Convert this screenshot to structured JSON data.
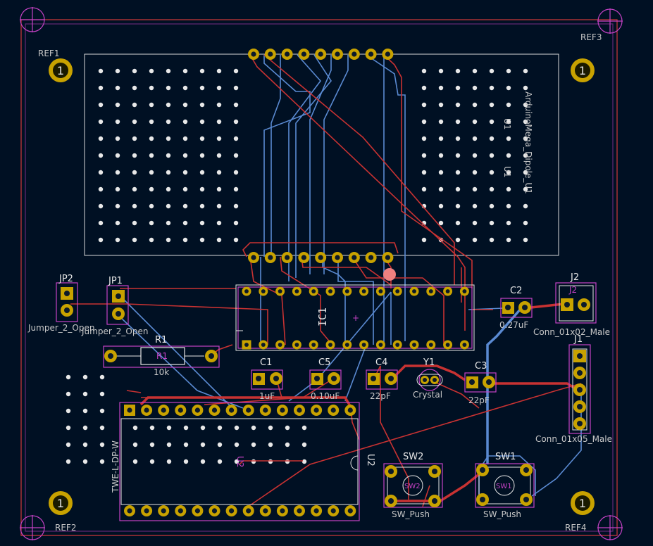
{
  "refs": {
    "ref1": "REF1",
    "ref2": "REF2",
    "ref3": "REF3",
    "ref4": "REF4"
  },
  "components": {
    "jp1_ref": "JP1",
    "jp1_val": "Jumper_2_Open",
    "jp2_ref": "JP2",
    "jp2_val": "Jumper_2_Open",
    "r1_ref": "R1",
    "r1_val": "10k",
    "r1_body": "R1",
    "c1_ref": "C1",
    "c1_val": "1uF",
    "c5_ref": "C5",
    "c5_val": "0.10uF",
    "c4_ref": "C4",
    "c4_val": "22pF",
    "y1_ref": "Y1",
    "y1_val": "Crystal",
    "c3_ref": "C3",
    "c3_val": "22pF",
    "c2_ref": "C2",
    "c2_val": "0.27uF",
    "j2_ref": "J2",
    "j2_inner": "J2",
    "j2_val": "Conn_01x02_Male",
    "j1_ref": "J1",
    "j1_val": "Conn_01x05_Male",
    "ic1_ref": "IC1",
    "u1_ref": "U1",
    "u1_val": "ArduinoMega_Dipole_U1",
    "u1_inner": "U1",
    "u2_ref": "U2",
    "u2_inner": "U2",
    "u2_val": "TWE-L-DP-W",
    "sw1_ref": "SW1",
    "sw1_inner": "SW1",
    "sw1_val": "SW_Push",
    "sw2_ref": "SW2",
    "sw2_inner": "SW2",
    "sw2_val": "SW_Push",
    "mount_hole_label": "1"
  },
  "colors": {
    "background": "#001023",
    "edge_cuts": "#d23a3a",
    "front_copper": "#c83232",
    "back_copper": "#5a8ad2",
    "pad": "#c8a200",
    "silkscreen": "#e6e6e6",
    "fabrication": "#c542c5"
  }
}
